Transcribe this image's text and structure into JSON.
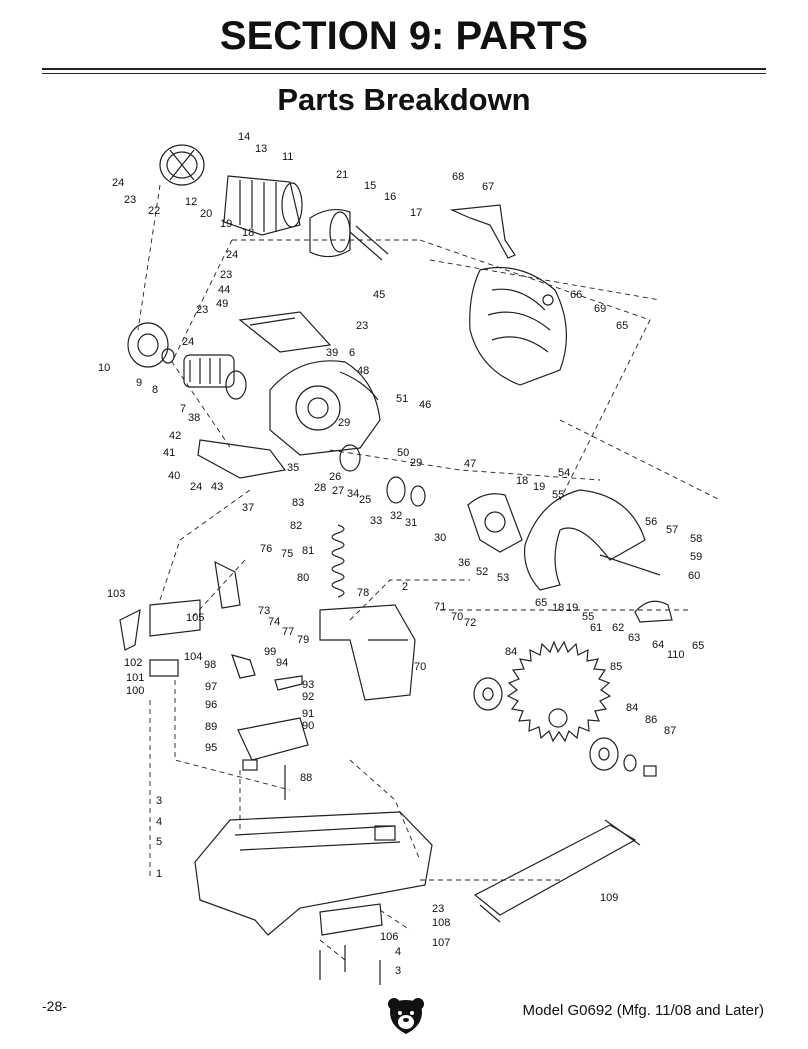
{
  "header": {
    "section_title": "SECTION 9: PARTS",
    "subtitle": "Parts Breakdown"
  },
  "footer": {
    "page_number": "-28-",
    "model": "Model G0692 (Mfg. 11/08 and Later)"
  },
  "diagram": {
    "labels": [
      "14",
      "13",
      "11",
      "24",
      "23",
      "22",
      "12",
      "20",
      "19",
      "18",
      "21",
      "15",
      "16",
      "17",
      "68",
      "67",
      "24",
      "23",
      "44",
      "45",
      "49",
      "23",
      "23",
      "24",
      "66",
      "69",
      "65",
      "10",
      "9",
      "8",
      "39",
      "6",
      "48",
      "7",
      "38",
      "51",
      "46",
      "29",
      "42",
      "41",
      "40",
      "24",
      "43",
      "37",
      "35",
      "50",
      "29",
      "47",
      "28",
      "26",
      "27",
      "34",
      "25",
      "18",
      "19",
      "54",
      "55",
      "83",
      "33",
      "32",
      "31",
      "82",
      "30",
      "56",
      "57",
      "58",
      "59",
      "60",
      "81",
      "76",
      "75",
      "36",
      "52",
      "53",
      "80",
      "78",
      "103",
      "73",
      "74",
      "77",
      "79",
      "2",
      "105",
      "71",
      "70",
      "72",
      "65",
      "18",
      "19",
      "55",
      "61",
      "62",
      "63",
      "64",
      "110",
      "65",
      "104",
      "99",
      "94",
      "93",
      "92",
      "91",
      "90",
      "98",
      "70",
      "84",
      "85",
      "102",
      "101",
      "100",
      "97",
      "96",
      "89",
      "84",
      "86",
      "87",
      "95",
      "88",
      "3",
      "4",
      "5",
      "1",
      "23",
      "108",
      "106",
      "107",
      "4",
      "3",
      "109"
    ]
  }
}
